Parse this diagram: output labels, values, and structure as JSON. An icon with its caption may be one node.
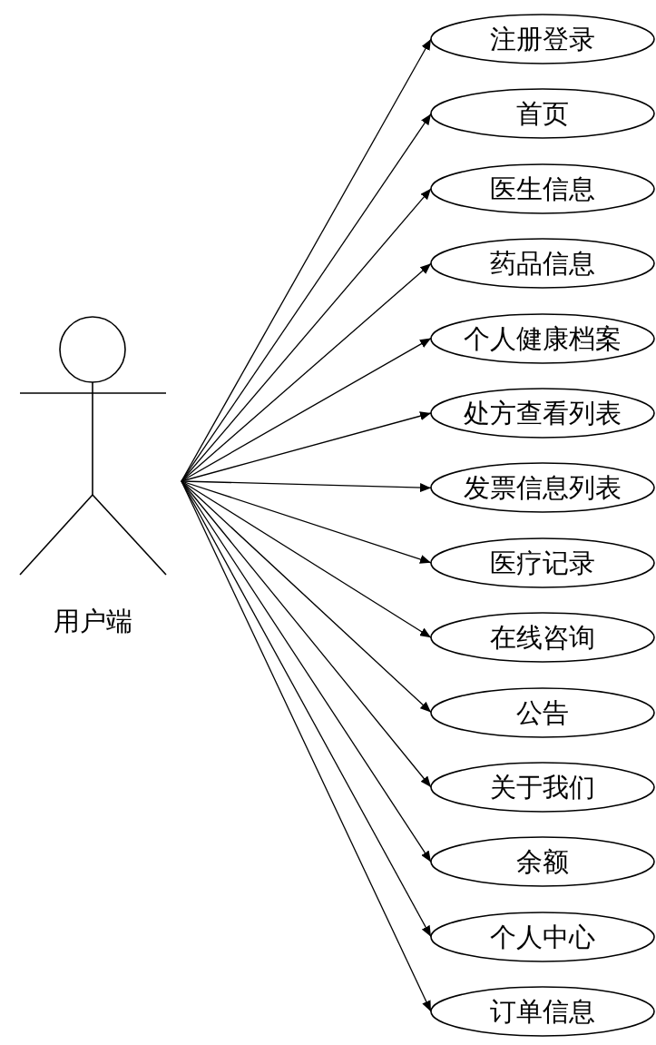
{
  "diagram": {
    "nodes": [
      {
        "text": [
          "用户端"
        ]
      },
      {
        "text": [
          "注册登录"
        ]
      },
      {
        "text": [
          "首页"
        ]
      },
      {
        "text": [
          "医生信息"
        ]
      },
      {
        "text": [
          "药品信息"
        ]
      },
      {
        "text": [
          "个人健康档案"
        ]
      },
      {
        "text": [
          "处方查看列表"
        ]
      },
      {
        "text": [
          "发票信息列表"
        ]
      },
      {
        "text": [
          "医疗记录"
        ]
      },
      {
        "text": [
          "在线咨询"
        ]
      },
      {
        "text": [
          "公告"
        ]
      },
      {
        "text": [
          "关于我们"
        ]
      },
      {
        "text": [
          "余额"
        ]
      },
      {
        "text": [
          "个人中心"
        ]
      },
      {
        "text": [
          "订单信息"
        ]
      }
    ],
    "edges": [
      {
        "from": 0,
        "to": 1,
        "arrow": "to"
      },
      {
        "from": 0,
        "to": 2,
        "arrow": "to"
      },
      {
        "from": 0,
        "to": 3,
        "arrow": "to"
      },
      {
        "from": 0,
        "to": 4,
        "arrow": "to"
      },
      {
        "from": 0,
        "to": 5,
        "arrow": "to"
      },
      {
        "from": 0,
        "to": 6,
        "arrow": "to"
      },
      {
        "from": 0,
        "to": 7,
        "arrow": "to"
      },
      {
        "from": 0,
        "to": 8,
        "arrow": "to"
      },
      {
        "from": 0,
        "to": 9,
        "arrow": "to"
      },
      {
        "from": 0,
        "to": 10,
        "arrow": "to"
      },
      {
        "from": 0,
        "to": 11,
        "arrow": "to"
      },
      {
        "from": 0,
        "to": 12,
        "arrow": "to"
      },
      {
        "from": 0,
        "to": 13,
        "arrow": "to"
      },
      {
        "from": 0,
        "to": 14,
        "arrow": "to"
      }
    ]
  }
}
